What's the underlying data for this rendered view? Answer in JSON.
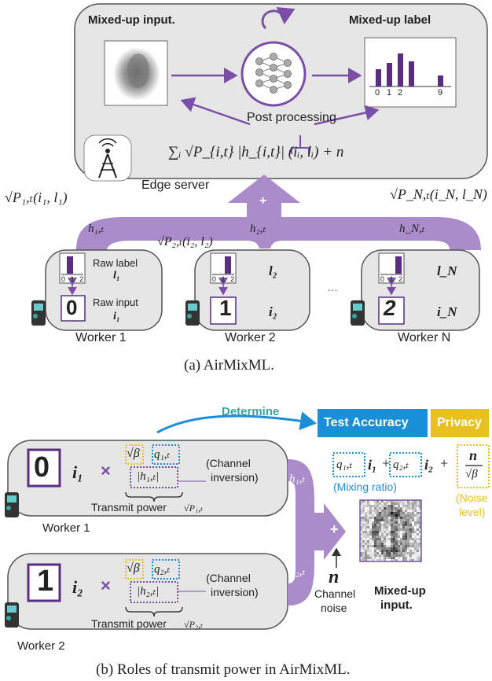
{
  "figure_a": {
    "caption": "(a)  AirMixML.",
    "server": {
      "mixed_input_title": "Mixed-up input.",
      "mixed_label_title": "Mixed-up label",
      "label_ticks": [
        "0",
        "1",
        "2",
        "9"
      ],
      "post_processing": "Post processing",
      "equation": "∑ᵢ √P_{i,t} |h_{i,t}| (iᵢ, lᵢ) + n",
      "edge_server": "Edge server"
    },
    "channels": {
      "h1": "h₁,ₜ",
      "h2": "h₂,ₜ",
      "hN": "h_N,ₜ",
      "signal_1": "√P₁,ₜ(i₁, l₁)",
      "signal_2": "√P₂,ₜ(i₂, l₂)",
      "signal_N": "√P_N,ₜ(i_N, l_N)"
    },
    "workers": [
      {
        "name": "Worker 1",
        "raw_label": "Raw label",
        "raw_input": "Raw input",
        "label_sym": "l₁",
        "input_sym": "i₁",
        "digit": "0",
        "ticks": [
          "0",
          "1",
          "2"
        ]
      },
      {
        "name": "Worker 2",
        "label_sym": "l₂",
        "input_sym": "i₂",
        "digit": "1",
        "ticks": [
          "0",
          "1",
          "2"
        ]
      },
      {
        "name": "Worker N",
        "label_sym": "l_N",
        "input_sym": "i_N",
        "digit": "2",
        "ticks": [
          "0",
          "1",
          "2"
        ]
      }
    ],
    "ellipsis": "…",
    "plus": "+"
  },
  "figure_b": {
    "caption": "(b)  Roles of transmit power in AirMixML.",
    "determine": "Determine",
    "test_accuracy": "Test Accuracy",
    "privacy": "Privacy",
    "worker1": {
      "name": "Worker 1",
      "digit": "0",
      "input": "i₁",
      "times": "×",
      "sqrt_beta": "√β",
      "q": "q₁,ₜ",
      "h": "|h₁,ₜ|",
      "channel_inversion": [
        "(Channel",
        "inversion)"
      ],
      "transmit_power": "Transmit power",
      "power_sym": "√P₁,ₜ"
    },
    "worker2": {
      "name": "Worker 2",
      "digit": "1",
      "input": "i₂",
      "times": "×",
      "sqrt_beta": "√β",
      "q": "q₂,ₜ",
      "h": "|h₂,ₜ|",
      "channel_inversion": [
        "(Channel",
        "inversion)"
      ],
      "transmit_power": "Transmit power",
      "power_sym": "√P₂,ₜ"
    },
    "channels": {
      "h1": "h₁,ₜ",
      "h2": "h₂,ₜ"
    },
    "plus": "+",
    "noise_sym": "n",
    "channel_noise": [
      "Channel",
      "noise"
    ],
    "mixing": {
      "q1": "q₁,ₜ",
      "i1": "i₁",
      "plus1": "+",
      "q2": "q₂,ₜ",
      "i2": "i₂",
      "plus2": "+",
      "n": "n",
      "sqrt_beta": "√β",
      "mixing_ratio": "(Mixing ratio)",
      "noise_level": [
        "(Noise",
        "level)"
      ]
    },
    "mixed_up_input": [
      "Mixed-up",
      "input."
    ]
  },
  "colors": {
    "purple": "#7b4fa8",
    "arrow_fill": "#a98cc9",
    "panel_fill": "#e6e6e6",
    "panel_stroke": "#555555",
    "blue": "#1a8fd8",
    "yellow": "#e8c020",
    "teal": "#3aa5a0"
  }
}
